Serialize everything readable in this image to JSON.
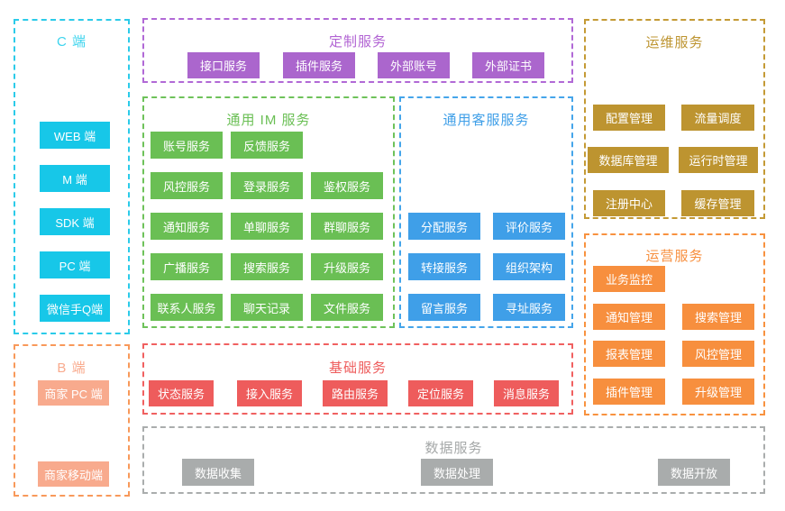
{
  "diagram": {
    "background": "#ffffff",
    "sections": {
      "c_side": {
        "title": "C 端",
        "accent": "#17c7e8",
        "items": [
          "WEB 端",
          "M 端",
          "SDK 端",
          "PC 端",
          "微信手Q端"
        ]
      },
      "b_side": {
        "title": "B 端",
        "accent": "#f8aa8d",
        "border": "#f8995a",
        "items": [
          "商家 PC 端",
          "商家移动端"
        ]
      },
      "custom": {
        "title": "定制服务",
        "accent": "#ab66cd",
        "items": [
          "接口服务",
          "插件服务",
          "外部账号",
          "外部证书"
        ]
      },
      "im": {
        "title": "通用 IM 服务",
        "accent": "#6abf54",
        "rows": [
          [
            "账号服务",
            "反馈服务"
          ],
          [
            "风控服务",
            "登录服务",
            "鉴权服务"
          ],
          [
            "通知服务",
            "单聊服务",
            "群聊服务"
          ],
          [
            "广播服务",
            "搜索服务",
            "升级服务"
          ],
          [
            "联系人服务",
            "聊天记录",
            "文件服务"
          ]
        ]
      },
      "cs": {
        "title": "通用客服服务",
        "accent": "#3f9fe8",
        "rows": [
          [
            "分配服务",
            "评价服务"
          ],
          [
            "转接服务",
            "组织架构"
          ],
          [
            "留言服务",
            "寻址服务"
          ]
        ]
      },
      "ops": {
        "title": "运维服务",
        "accent": "#bd9430",
        "rows": [
          [
            "配置管理",
            "流量调度"
          ],
          [
            "数据库管理",
            "运行时管理"
          ],
          [
            "注册中心",
            "缓存管理"
          ]
        ]
      },
      "operation": {
        "title": "运营服务",
        "accent": "#f78f3e",
        "rows": [
          [
            "业务监控"
          ],
          [
            "通知管理",
            "搜索管理"
          ],
          [
            "报表管理",
            "风控管理"
          ],
          [
            "插件管理",
            "升级管理"
          ]
        ]
      },
      "base": {
        "title": "基础服务",
        "accent": "#ee5c5c",
        "items": [
          "状态服务",
          "接入服务",
          "路由服务",
          "定位服务",
          "消息服务"
        ]
      },
      "data_svc": {
        "title": "数据服务",
        "accent": "#a9acac",
        "items": [
          "数据收集",
          "数据处理",
          "数据开放"
        ]
      }
    }
  }
}
